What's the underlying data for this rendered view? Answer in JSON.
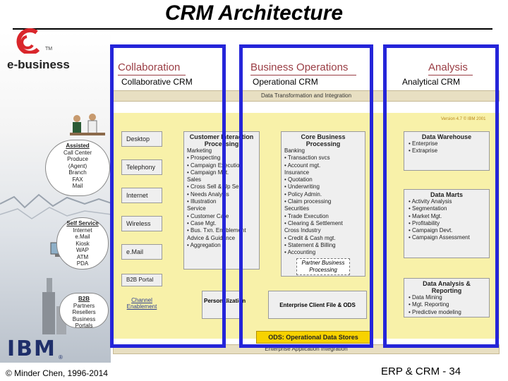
{
  "title": "CRM Architecture",
  "brand": {
    "ebusiness": "e-business",
    "tm": "TM",
    "ibm": "IBM",
    "ibm_r": "®"
  },
  "headers": {
    "collaboration": "Collaboration",
    "business_operations": "Business Operations",
    "analysis": "Analysis"
  },
  "subheaders": {
    "collaborative": "Collaborative CRM",
    "operational": "Operational CRM",
    "analytical": "Analytical CRM"
  },
  "bands": {
    "data_transformation": "Data Transformation and Integration",
    "enterprise_integration": "Enterprise Application Integration",
    "version": "Version 4.7 © IBM 2001"
  },
  "channels": [
    "Desktop",
    "Telephony",
    "Internet",
    "Wireless",
    "e.Mail",
    "B2B Portal"
  ],
  "channel_enablement": "Channel Enablement",
  "bubbles": {
    "assisted": {
      "title": "Assisted",
      "items": [
        "Call Center",
        "Produce",
        "(Agent)",
        "Branch",
        "FAX",
        "Mail"
      ]
    },
    "self_service": {
      "title": "Self Service",
      "items": [
        "Internet",
        "e.Mail",
        "Kiosk",
        "WAP",
        "ATM",
        "PDA"
      ]
    },
    "b2b": {
      "title": "B2B",
      "items": [
        "Partners",
        "Resellers",
        "Business",
        "Portals"
      ]
    }
  },
  "cip": {
    "title": "Customer Interaction Processing",
    "lines": [
      "Marketing",
      "• Prospecting",
      "• Campaign Execution",
      "• Campaign Mgt.",
      "Sales",
      "• Cross Sell & Up Sell",
      "• Needs Analysis",
      "• Illustration",
      "Service",
      "• Customer Care",
      "• Case Mgt.",
      "• Bus. Txn. Enablement",
      "Advice & Guidance",
      "• Aggregation"
    ]
  },
  "cbp": {
    "title": "Core Business Processing",
    "lines": [
      "Banking",
      "• Transaction svcs",
      "• Account mgt.",
      "Insurance",
      "• Quotation",
      "• Underwriting",
      "• Policy Admin.",
      "• Claim processing",
      "Securities",
      "• Trade Execution",
      "• Clearing & Settlement",
      "Cross Industry",
      "• Credit & Cash mgt.",
      "• Statement & Billing",
      "• Accounting"
    ],
    "partner": "Partner Business Processing"
  },
  "personalization": "Personalization",
  "ecf": "Enterprise Client File & ODS",
  "ods": "ODS: Operational Data Stores",
  "warehouse": {
    "title": "Data Warehouse",
    "items": [
      "• Enterprise",
      "• Extraprise"
    ]
  },
  "marts": {
    "title": "Data Marts",
    "items": [
      "• Activity Analysis",
      "• Segmentation",
      "• Market Mgt.",
      "• Profitability",
      "• Campaign Devt.",
      "• Campaign Assessment"
    ]
  },
  "analysis_reporting": {
    "title": "Data Analysis & Reporting",
    "items": [
      "• Data Mining",
      "• Mgt. Reporting",
      "• Predictive modeling"
    ]
  },
  "footer": {
    "left": "© Minder Chen, 1996-2014",
    "right": "ERP & CRM - 34"
  }
}
